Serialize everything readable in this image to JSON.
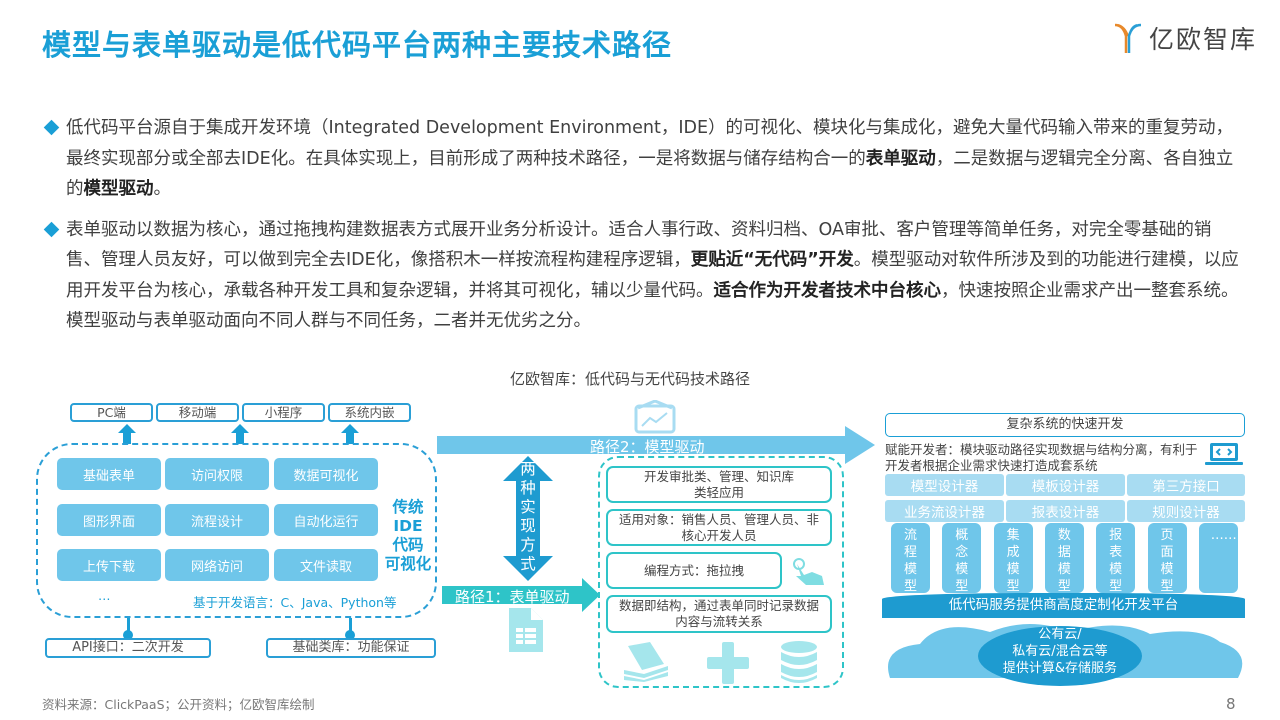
{
  "header": {
    "title": "模型与表单驱动是低代码平台两种主要技术路径",
    "logo_text": "亿欧智库"
  },
  "bullets": [
    {
      "parts": [
        {
          "t": "低代码平台源自于集成开发环境（Integrated Development Environment，IDE）的可视化、模块化与集成化，避免大量代码输入带来的重复劳动，最终实现部分或全部去IDE化。在具体实现上，目前形成了两种技术路径，一是将数据与储存结构合一的",
          "b": false
        },
        {
          "t": "表单驱动",
          "b": true
        },
        {
          "t": "，二是数据与逻辑完全分离、各自独立的",
          "b": false
        },
        {
          "t": "模型驱动",
          "b": true
        },
        {
          "t": "。",
          "b": false
        }
      ]
    },
    {
      "parts": [
        {
          "t": "表单驱动以数据为核心，通过拖拽构建数据表方式展开业务分析设计。适合人事行政、资料归档、OA审批、客户管理等简单任务，对完全零基础的销售、管理人员友好，可以做到完全去IDE化，像搭积木一样按流程构建程序逻辑，",
          "b": false
        },
        {
          "t": "更贴近“无代码”开发",
          "b": true
        },
        {
          "t": "。模型驱动对软件所涉及到的功能进行建模，以应用开发平台为核心，承载各种开发工具和复杂逻辑，并将其可视化，辅以少量代码。",
          "b": false
        },
        {
          "t": "适合作为开发者技术中台核心",
          "b": true
        },
        {
          "t": "，快速按照企业需求产出一整套系统。模型驱动与表单驱动面向不同人群与不同任务，二者并无优劣之分。",
          "b": false
        }
      ]
    }
  ],
  "diagram": {
    "title": "亿欧智库：低代码与无代码技术路径",
    "left": {
      "targets": [
        "PC端",
        "移动端",
        "小程序",
        "系统内嵌"
      ],
      "modules": [
        "基础表单",
        "访问权限",
        "数据可视化",
        "图形界面",
        "流程设计",
        "自动化运行",
        "上传下载",
        "网络访问",
        "文件读取"
      ],
      "side_label": [
        "传统",
        "IDE",
        "代码",
        "可视化"
      ],
      "ellipsis": "…",
      "languages": "基于开发语言：C、Java、Python等",
      "api": "API接口：二次开发",
      "lib": "基础类库：功能保证"
    },
    "path2": "路径2：模型驱动",
    "path1": "路径1：表单驱动",
    "two_ways": [
      "两",
      "种",
      "实",
      "现",
      "方",
      "式"
    ],
    "form": {
      "items": [
        "开发审批类、管理、知识库类轻应用",
        "适用对象：销售人员、管理人员、非核心开发人员",
        "编程方式：拖拉拽",
        "数据即结构，通过表单同时记录数据内容与流转关系"
      ]
    },
    "model": {
      "head": "复杂系统的快速开发",
      "desc": "赋能开发者：模块驱动路径实现数据与结构分离，有利于开发者根据企业需求快速打造成套系统",
      "tools": [
        "模型设计器",
        "模板设计器",
        "第三方接口",
        "业务流设计器",
        "报表设计器",
        "规则设计器"
      ],
      "models": [
        "流程模型",
        "概念模型",
        "集成模型",
        "数据模型",
        "报表模型",
        "页面模型",
        "………"
      ],
      "platform": "低代码服务提供商高度定制化开发平台",
      "cloud": [
        "公有云/",
        "私有云/混合云等",
        "提供计算&存储服务"
      ]
    }
  },
  "footer": {
    "source": "资料来源：ClickPaaS；公开资料；亿欧智库绘制",
    "page": "8"
  },
  "colors": {
    "blue": "#1a9fd6",
    "light_blue": "#6fc6ea",
    "teal": "#2ec4c8"
  }
}
